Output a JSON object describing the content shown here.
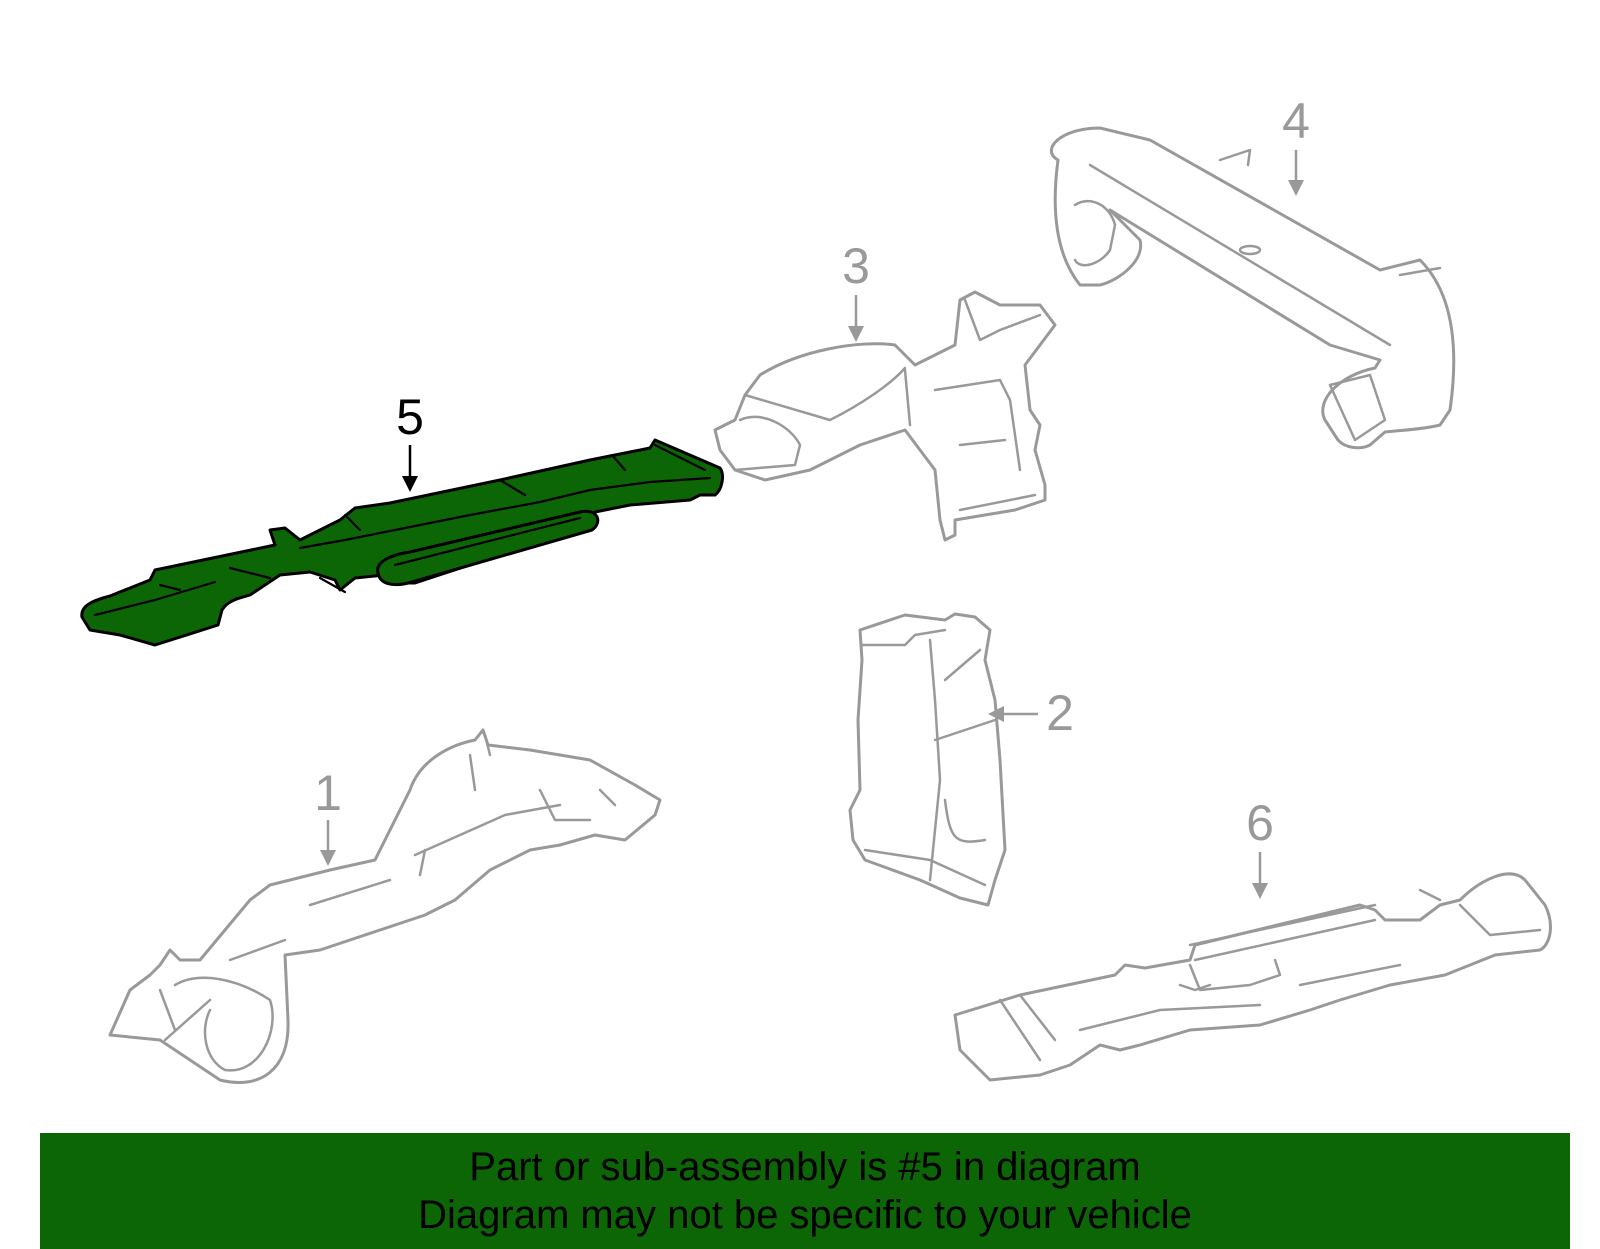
{
  "diagram": {
    "highlight_color": "#0d6606",
    "parts": [
      {
        "number": "1",
        "highlighted": false
      },
      {
        "number": "2",
        "highlighted": false
      },
      {
        "number": "3",
        "highlighted": false
      },
      {
        "number": "4",
        "highlighted": false
      },
      {
        "number": "5",
        "highlighted": true
      },
      {
        "number": "6",
        "highlighted": false
      }
    ]
  },
  "banner": {
    "line1": "Part or sub-assembly is #5 in diagram",
    "line2": "Diagram may not be specific to your vehicle",
    "background": "#0d6606"
  }
}
